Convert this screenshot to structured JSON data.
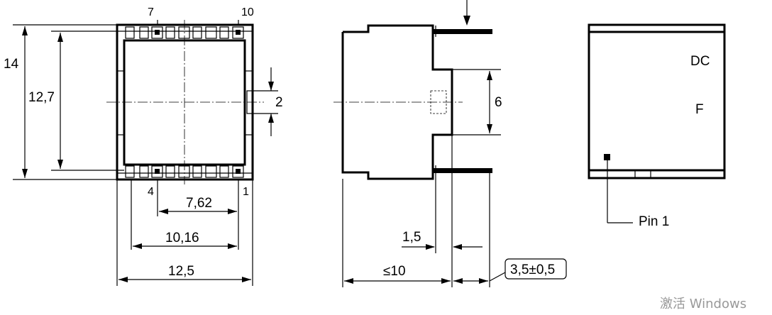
{
  "dimensions": {
    "height_outer": "14",
    "height_inner": "12,7",
    "pin_gap": "2",
    "pitch": "7,62",
    "span": "10,16",
    "width": "12,5",
    "side_height": "6",
    "offset": "1,5",
    "depth": "≤10",
    "pin_length": "3,5±0,5"
  },
  "pins": {
    "top_left": "7",
    "top_right": "10",
    "bottom_left": "4",
    "bottom_right": "1"
  },
  "markings": {
    "line1": "DC",
    "line2": "F",
    "pin1": "Pin 1"
  },
  "watermark": "激活 Windows"
}
